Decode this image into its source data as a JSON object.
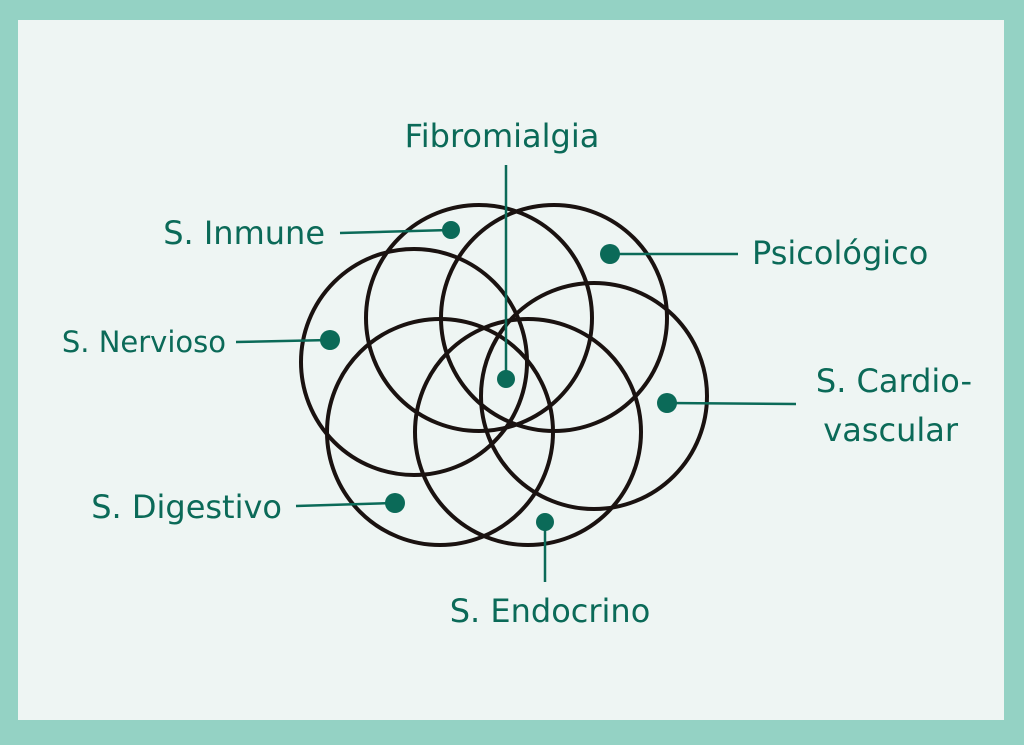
{
  "diagram": {
    "center_label": "Fibromialgia",
    "labels": {
      "inmune": "S. Inmune",
      "psicologico": "Psicológico",
      "nervioso": "S. Nervioso",
      "cardio_line1": "S. Cardio-",
      "cardio_line2": "vascular",
      "digestivo": "S. Digestivo",
      "endocrino": "S. Endocrino"
    },
    "colors": {
      "background_border": "#94d2c4",
      "panel": "#eef5f3",
      "accent": "#0b6a58",
      "circle_stroke": "#1a1210"
    }
  }
}
